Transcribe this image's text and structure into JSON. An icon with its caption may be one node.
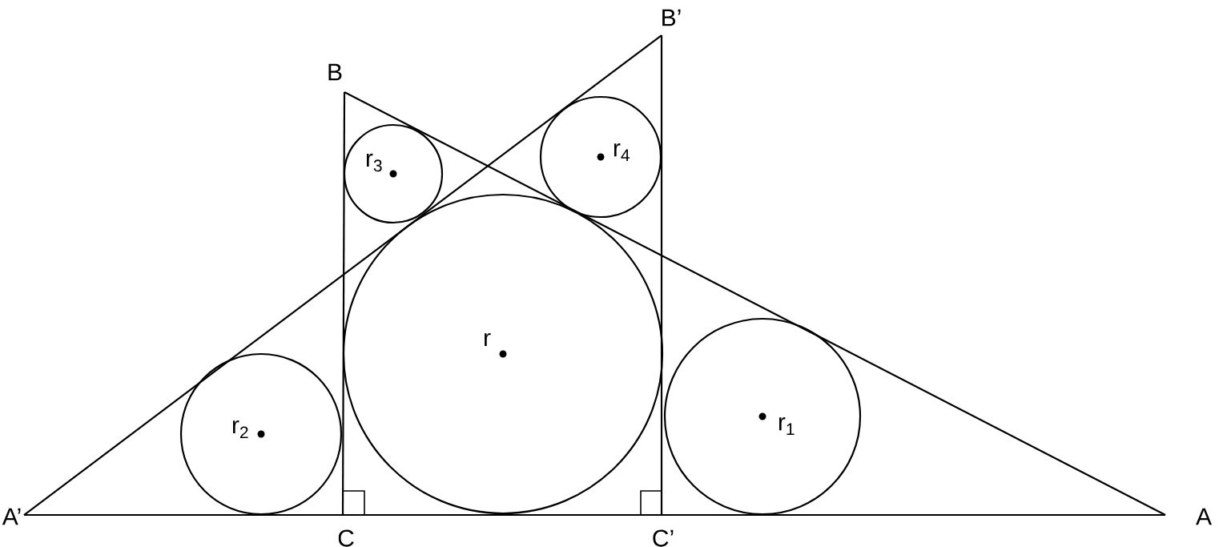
{
  "diagram": {
    "nodes": [
      {
        "text": [
          "r$_{3}$"
        ]
      },
      {
        "text": [
          "r$_{4}$"
        ]
      },
      {
        "text": [
          "r"
        ]
      },
      {
        "text": [
          "r$_{2}$"
        ]
      },
      {
        "text": [
          "r$_{1}$"
        ]
      }
    ],
    "labels": [
      "B’",
      "B",
      "A’",
      "A",
      "C",
      "C’"
    ]
  }
}
